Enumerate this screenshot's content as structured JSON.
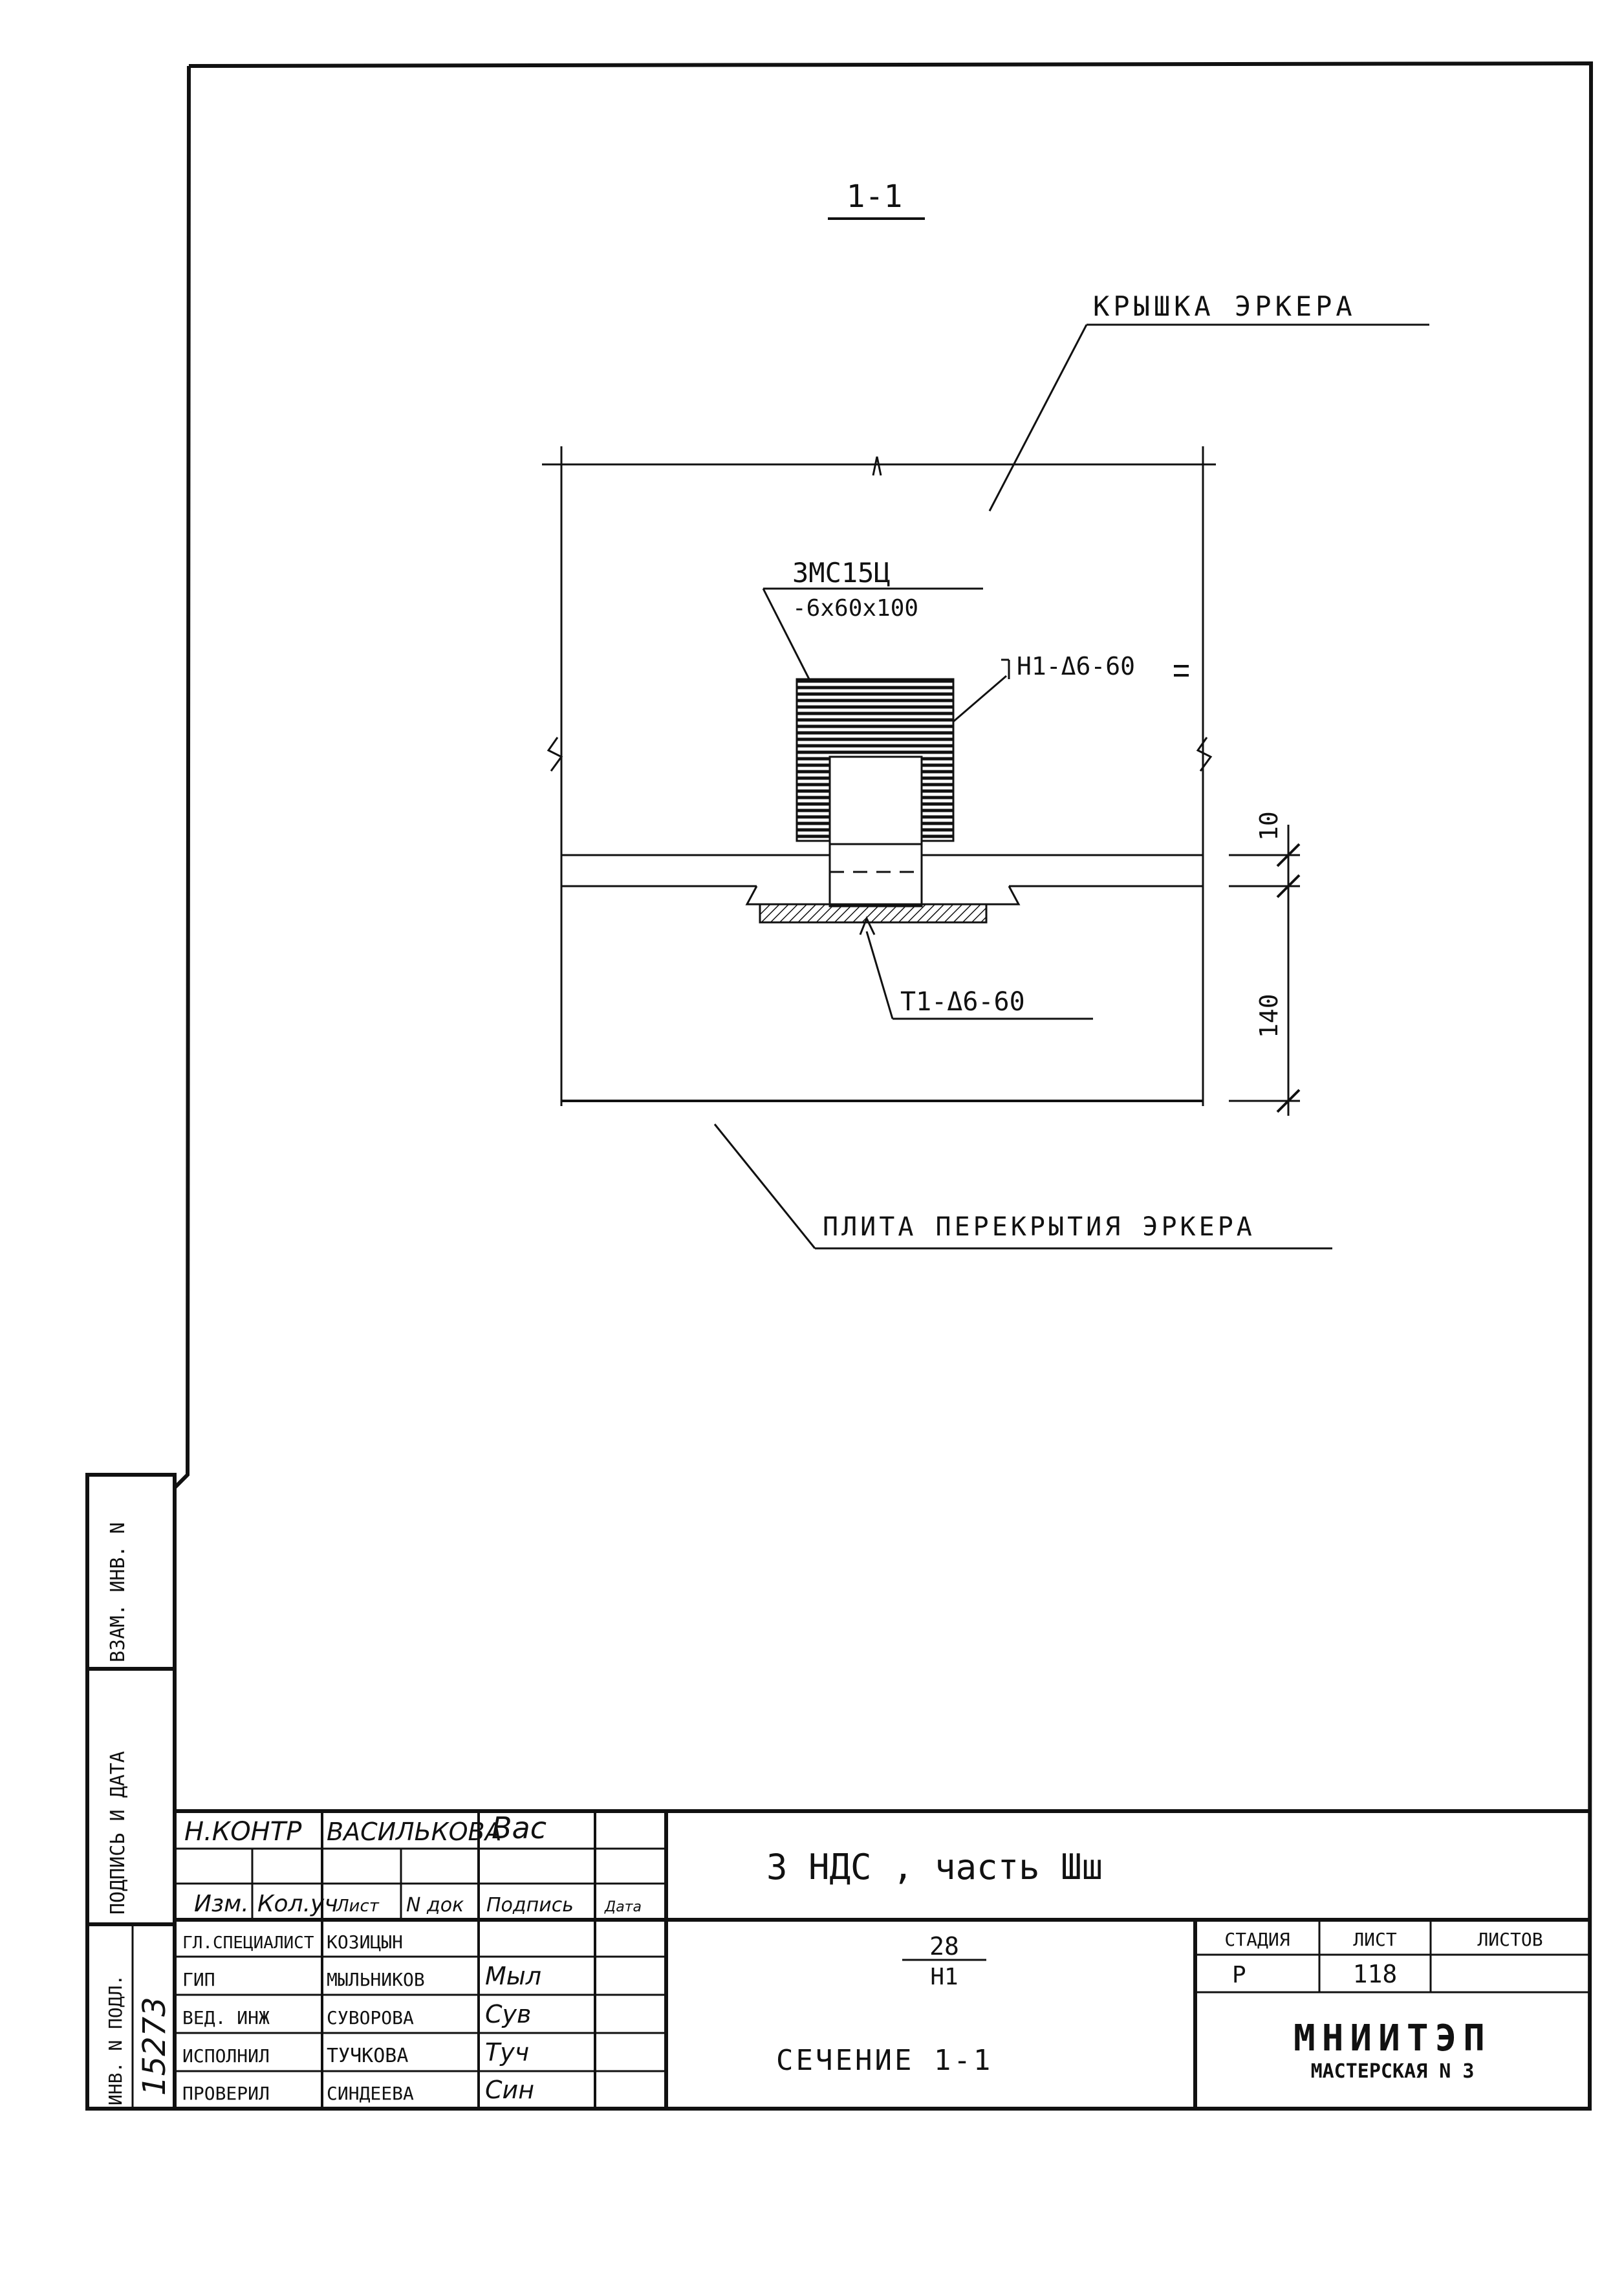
{
  "drawing": {
    "section_mark": "1-1",
    "callouts": {
      "cover": "КРЫШКА ЭРКЕРА",
      "slab": "ПЛИТА ПЕРЕКРЫТИЯ ЭРКЕРА",
      "plate_top": "ЗМС15Ц",
      "plate_bottom": "-6x60x100",
      "weld_top": "Н1-Δ6-60",
      "weld_bottom": "Т1-Δ6-60"
    },
    "dimensions": {
      "top_gap": "10",
      "slab_height": "140"
    }
  },
  "side_strip": {
    "ref_inv": "ВЗАМ. ИНВ. N",
    "sign_date": "ПОДПИСЬ И ДАТА",
    "orig_inv": "ИНВ. N ПОДЛ.",
    "orig_inv_value": "15273"
  },
  "title_block": {
    "norm_control": {
      "role": "Н.КОНТР",
      "name": "ВАСИЛЬКОВА",
      "signature": "Вас"
    },
    "header": {
      "izm": "Изм.",
      "kol": "Кол.уч",
      "list": "Лист",
      "doc": "N док",
      "sign": "Подпись",
      "date": "Дата"
    },
    "rows": [
      {
        "role": "ГЛ.СПЕЦИАЛИСТ",
        "name": "КОЗИЦЫН",
        "signature": ""
      },
      {
        "role": "ГИП",
        "name": "МЫЛЬНИКОВ",
        "signature": "Мыл"
      },
      {
        "role": "ВЕД. ИНЖ",
        "name": "СУВОРОВА",
        "signature": "Сув"
      },
      {
        "role": "ИСПОЛНИЛ",
        "name": "ТУЧКОВА",
        "signature": "Туч"
      },
      {
        "role": "ПРОВЕРИЛ",
        "name": "СИНДЕЕВА",
        "signature": "Син"
      }
    ],
    "project": "3 НДС , часть Шш",
    "sheet_code_top": "28",
    "sheet_code_bottom": "Н1",
    "sheet_title": "СЕЧЕНИЕ 1-1",
    "stage_label": "СТАДИЯ",
    "sheet_label": "ЛИСТ",
    "sheets_label": "ЛИСТОВ",
    "stage_value": "Р",
    "sheet_value": "118",
    "sheets_value": "",
    "org_name": "МНИИТЭП",
    "org_unit": "МАСТЕРСКАЯ N 3"
  }
}
